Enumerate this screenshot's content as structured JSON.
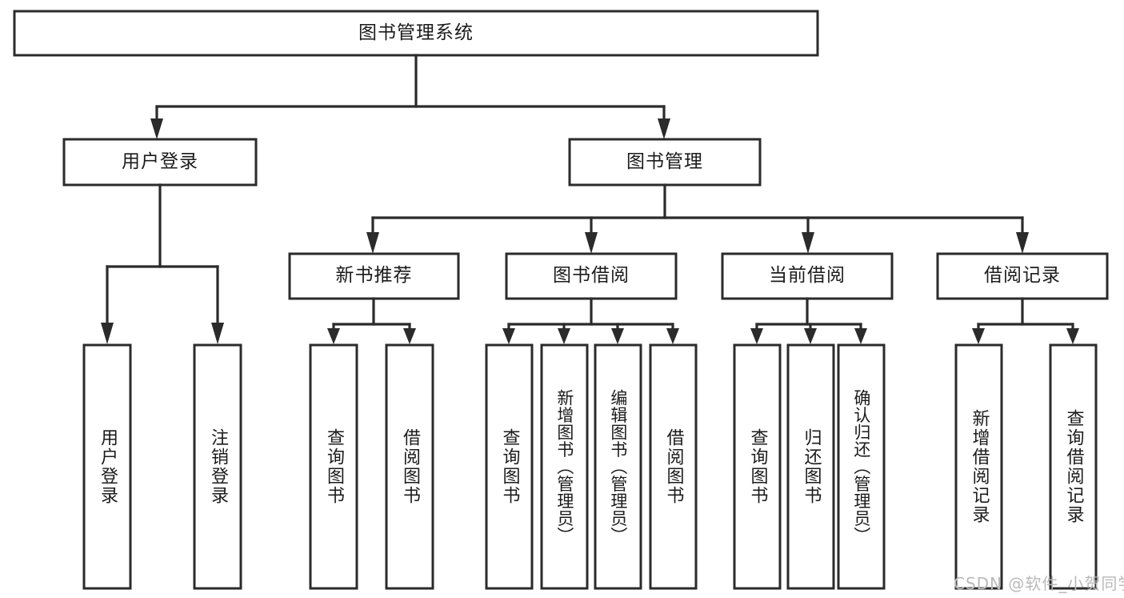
{
  "diagram": {
    "type": "tree",
    "title": "图书管理系统",
    "root": {
      "label": "图书管理系统"
    },
    "level2": [
      {
        "label": "用户登录"
      },
      {
        "label": "图书管理"
      }
    ],
    "level3": [
      {
        "label": "新书推荐"
      },
      {
        "label": "图书借阅"
      },
      {
        "label": "当前借阅"
      },
      {
        "label": "借阅记录"
      }
    ],
    "leaves": {
      "user_login": [
        {
          "label": "用户登录"
        },
        {
          "label": "注销登录"
        }
      ],
      "new_book_recommend": [
        {
          "label": "查询图书"
        },
        {
          "label": "借阅图书"
        }
      ],
      "book_borrow": [
        {
          "label": "查询图书"
        },
        {
          "label": "新增图书（管理员）"
        },
        {
          "label": "编辑图书（管理员）"
        },
        {
          "label": "借阅图书"
        }
      ],
      "current_borrow": [
        {
          "label": "查询图书"
        },
        {
          "label": "归还图书"
        },
        {
          "label": "确认归还（管理员）"
        }
      ],
      "borrow_record": [
        {
          "label": "新增借阅记录"
        },
        {
          "label": "查询借阅记录"
        }
      ]
    },
    "colors": {
      "box_stroke": "#2b2b2b",
      "box_fill": "#ffffff",
      "connector": "#2b2b2b",
      "text": "#1b1b1b",
      "watermark": "#b9b9b9"
    }
  },
  "watermark": {
    "text": "CSDN @软件_小贺同学"
  }
}
